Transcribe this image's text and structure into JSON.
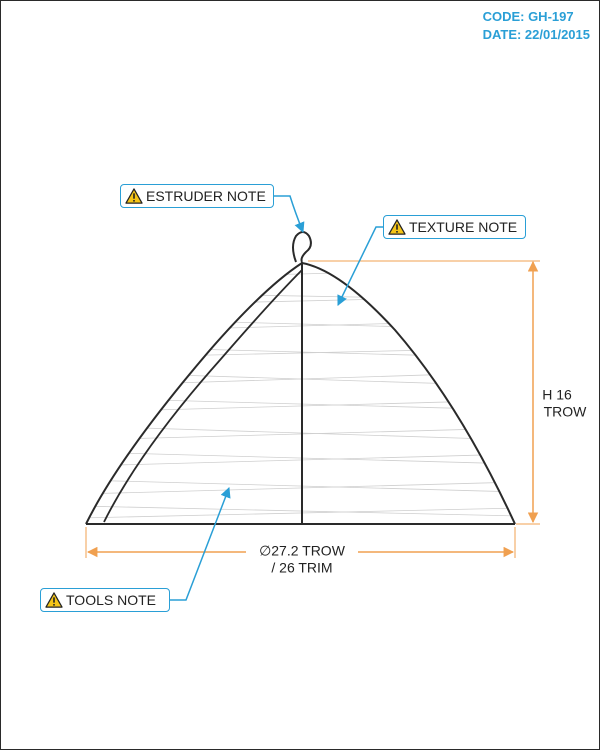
{
  "title_block": {
    "code": "CODE: GH-197",
    "date": "DATE: 22/01/2015"
  },
  "callouts": {
    "estruder": "ESTRUDER NOTE",
    "texture": "TEXTURE NOTE",
    "tools": "TOOLS NOTE"
  },
  "dimensions": {
    "height_line1": "H 16",
    "height_line2": "TROW",
    "diameter_line1": "∅27.2 TROW",
    "diameter_line2": "/ 26 TRIM"
  },
  "colors": {
    "accent": "#2a9fd6",
    "dimension": "#f0a050",
    "outline": "#2a2a2a"
  },
  "icons": {
    "warning": "warning-triangle-icon"
  }
}
